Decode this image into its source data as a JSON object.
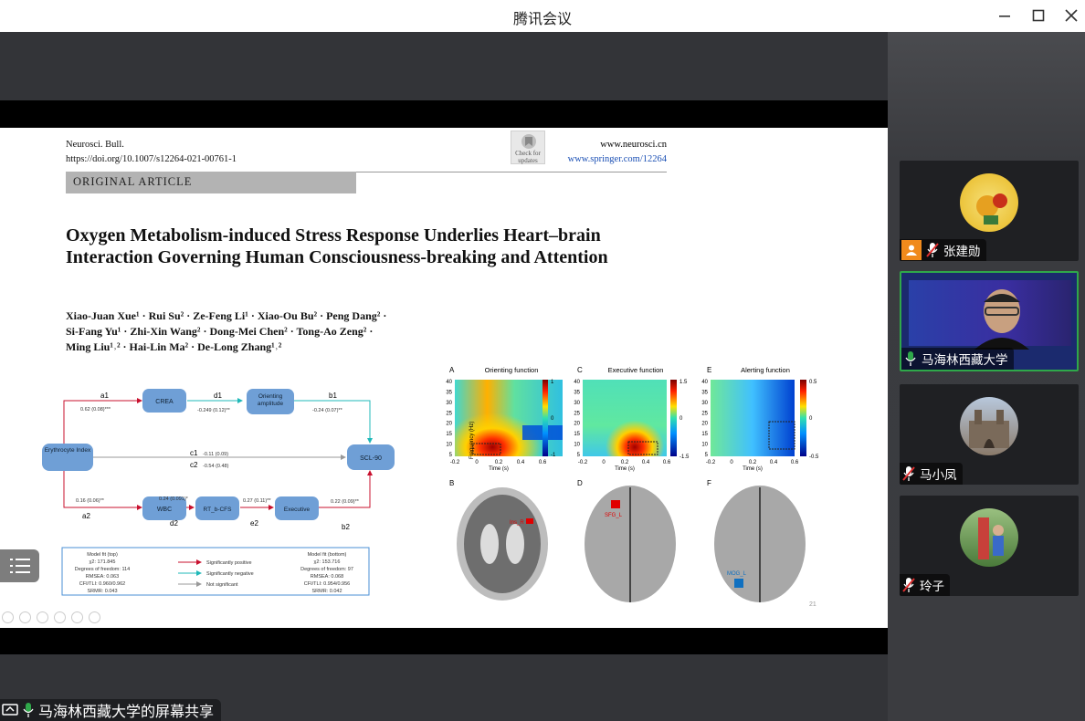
{
  "window": {
    "title": "腾讯会议"
  },
  "share": {
    "label": "马海林西藏大学的屏幕共享"
  },
  "paper": {
    "journal": "Neurosci. Bull.",
    "doi": "https://doi.org/10.1007/s12264-021-00761-1",
    "site": "www.neurosci.cn",
    "springer": "www.springer.com/12264",
    "check_updates": "Check for updates",
    "section": "ORIGINAL ARTICLE",
    "title": "Oxygen Metabolism-induced Stress Response Underlies Heart–brain Interaction Governing Human Consciousness-breaking and Attention",
    "authors_line1": "Xiao-Juan Xue¹ · Rui Su² · Ze-Feng Li¹ · Xiao-Ou Bu² · Peng Dang² ·",
    "authors_line2": "Si-Fang Yu¹ · Zhi-Xin Wang² · Dong-Mei Chen² · Tong-Ao Zeng² ·",
    "authors_line3": "Ming Liu¹˒² · Hai-Lin Ma² · De-Long Zhang¹˒²"
  },
  "figure_left": {
    "nodes": {
      "erythrocyte": "Erythrocyte Index",
      "crea": "CREA",
      "orienting": "Orienting amplitude",
      "scl": "SCL-90",
      "wbc": "WBC",
      "rtcfs": "RT_b-CFS",
      "executive": "Executive"
    },
    "paths": {
      "a1": "a1",
      "a1_val": "0.62 (0.08)***",
      "d1": "d1",
      "d1_val": "-0.249 (0.12)**",
      "b1": "b1",
      "b1_val": "-0.24 (0.07)**",
      "c1": "c1",
      "c1_val": "-0.11 (0.09)",
      "c2": "c2",
      "c2_val": "-0.54 (0.48)",
      "a2": "a2",
      "a2_val": "0.16 (0.06)**",
      "d2": "d2",
      "d2_val": "0.24 (0.091)*",
      "e2": "e2",
      "e2_val": "0.27 (0.11)**",
      "b2": "b2",
      "b2_val": "0.22 (0.09)**"
    },
    "legend": {
      "top_title": "Model fit (top)",
      "top_chi": "χ2: 171.845",
      "top_df": "Degrees of freedom: 114",
      "top_rmsea": "RMSEA: 0.063",
      "top_cfi": "CFI/TLI: 0.960/0.962",
      "top_srmr": "SRMR: 0.043",
      "bot_title": "Model fit (bottom)",
      "bot_chi": "χ2: 153.716",
      "bot_df": "Degrees of freedom: 97",
      "bot_rmsea": "RMSEA: 0.068",
      "bot_cfi": "CFI/TLI: 0.954/0.956",
      "bot_srmr": "SRMR: 0.042",
      "pos": "Significantly positive",
      "neg": "Significantly negative",
      "ns": "Not significant"
    }
  },
  "figure_right": {
    "panel_a": "A",
    "panel_b": "B",
    "panel_c": "C",
    "panel_d": "D",
    "panel_e": "E",
    "panel_f": "F",
    "title_a": "Orienting function",
    "title_c": "Executive function",
    "title_e": "Alerting function",
    "ylabel": "Frequency (Hz)",
    "xlabel": "Time (s)",
    "yticks": [
      "40",
      "35",
      "30",
      "25",
      "20",
      "15",
      "10",
      "5"
    ],
    "xticks": [
      "-0.2",
      "0",
      "0.2",
      "0.4",
      "0.6"
    ],
    "cbar_a": [
      "1",
      "0",
      "-1"
    ],
    "cbar_c": [
      "1.5",
      "0",
      "-1.5"
    ],
    "cbar_e": [
      "0.5",
      "0",
      "-0.5"
    ],
    "roi_b": "Ins_R",
    "roi_d": "SFG_L",
    "roi_f": "MOG_L",
    "page_num": "21"
  },
  "participants": [
    {
      "name": "张建勋",
      "muted": true
    },
    {
      "name": "马海林西藏大学",
      "muted": false
    },
    {
      "name": "马小凤",
      "muted": true
    },
    {
      "name": "玲子",
      "muted": true
    }
  ],
  "colors": {
    "accent_green": "#2fa84a",
    "link_blue": "#1a4fb4"
  }
}
